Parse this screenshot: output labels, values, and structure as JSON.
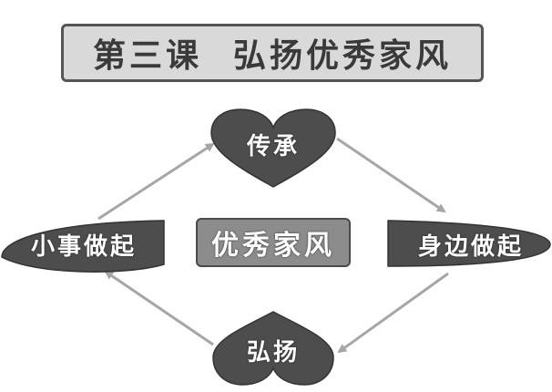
{
  "title": {
    "lesson": "第三课",
    "topic": "弘扬优秀家风"
  },
  "center": {
    "label": "优秀家风"
  },
  "nodes": {
    "top": "传承",
    "right": "身边做起",
    "bottom": "弘扬",
    "left": "小事做起"
  },
  "colors": {
    "shape_fill": "#4d4d4d",
    "arrow": "#a6a6a6",
    "title_bg": "#d9d9d9",
    "center_bg": "#8c8c8c"
  }
}
